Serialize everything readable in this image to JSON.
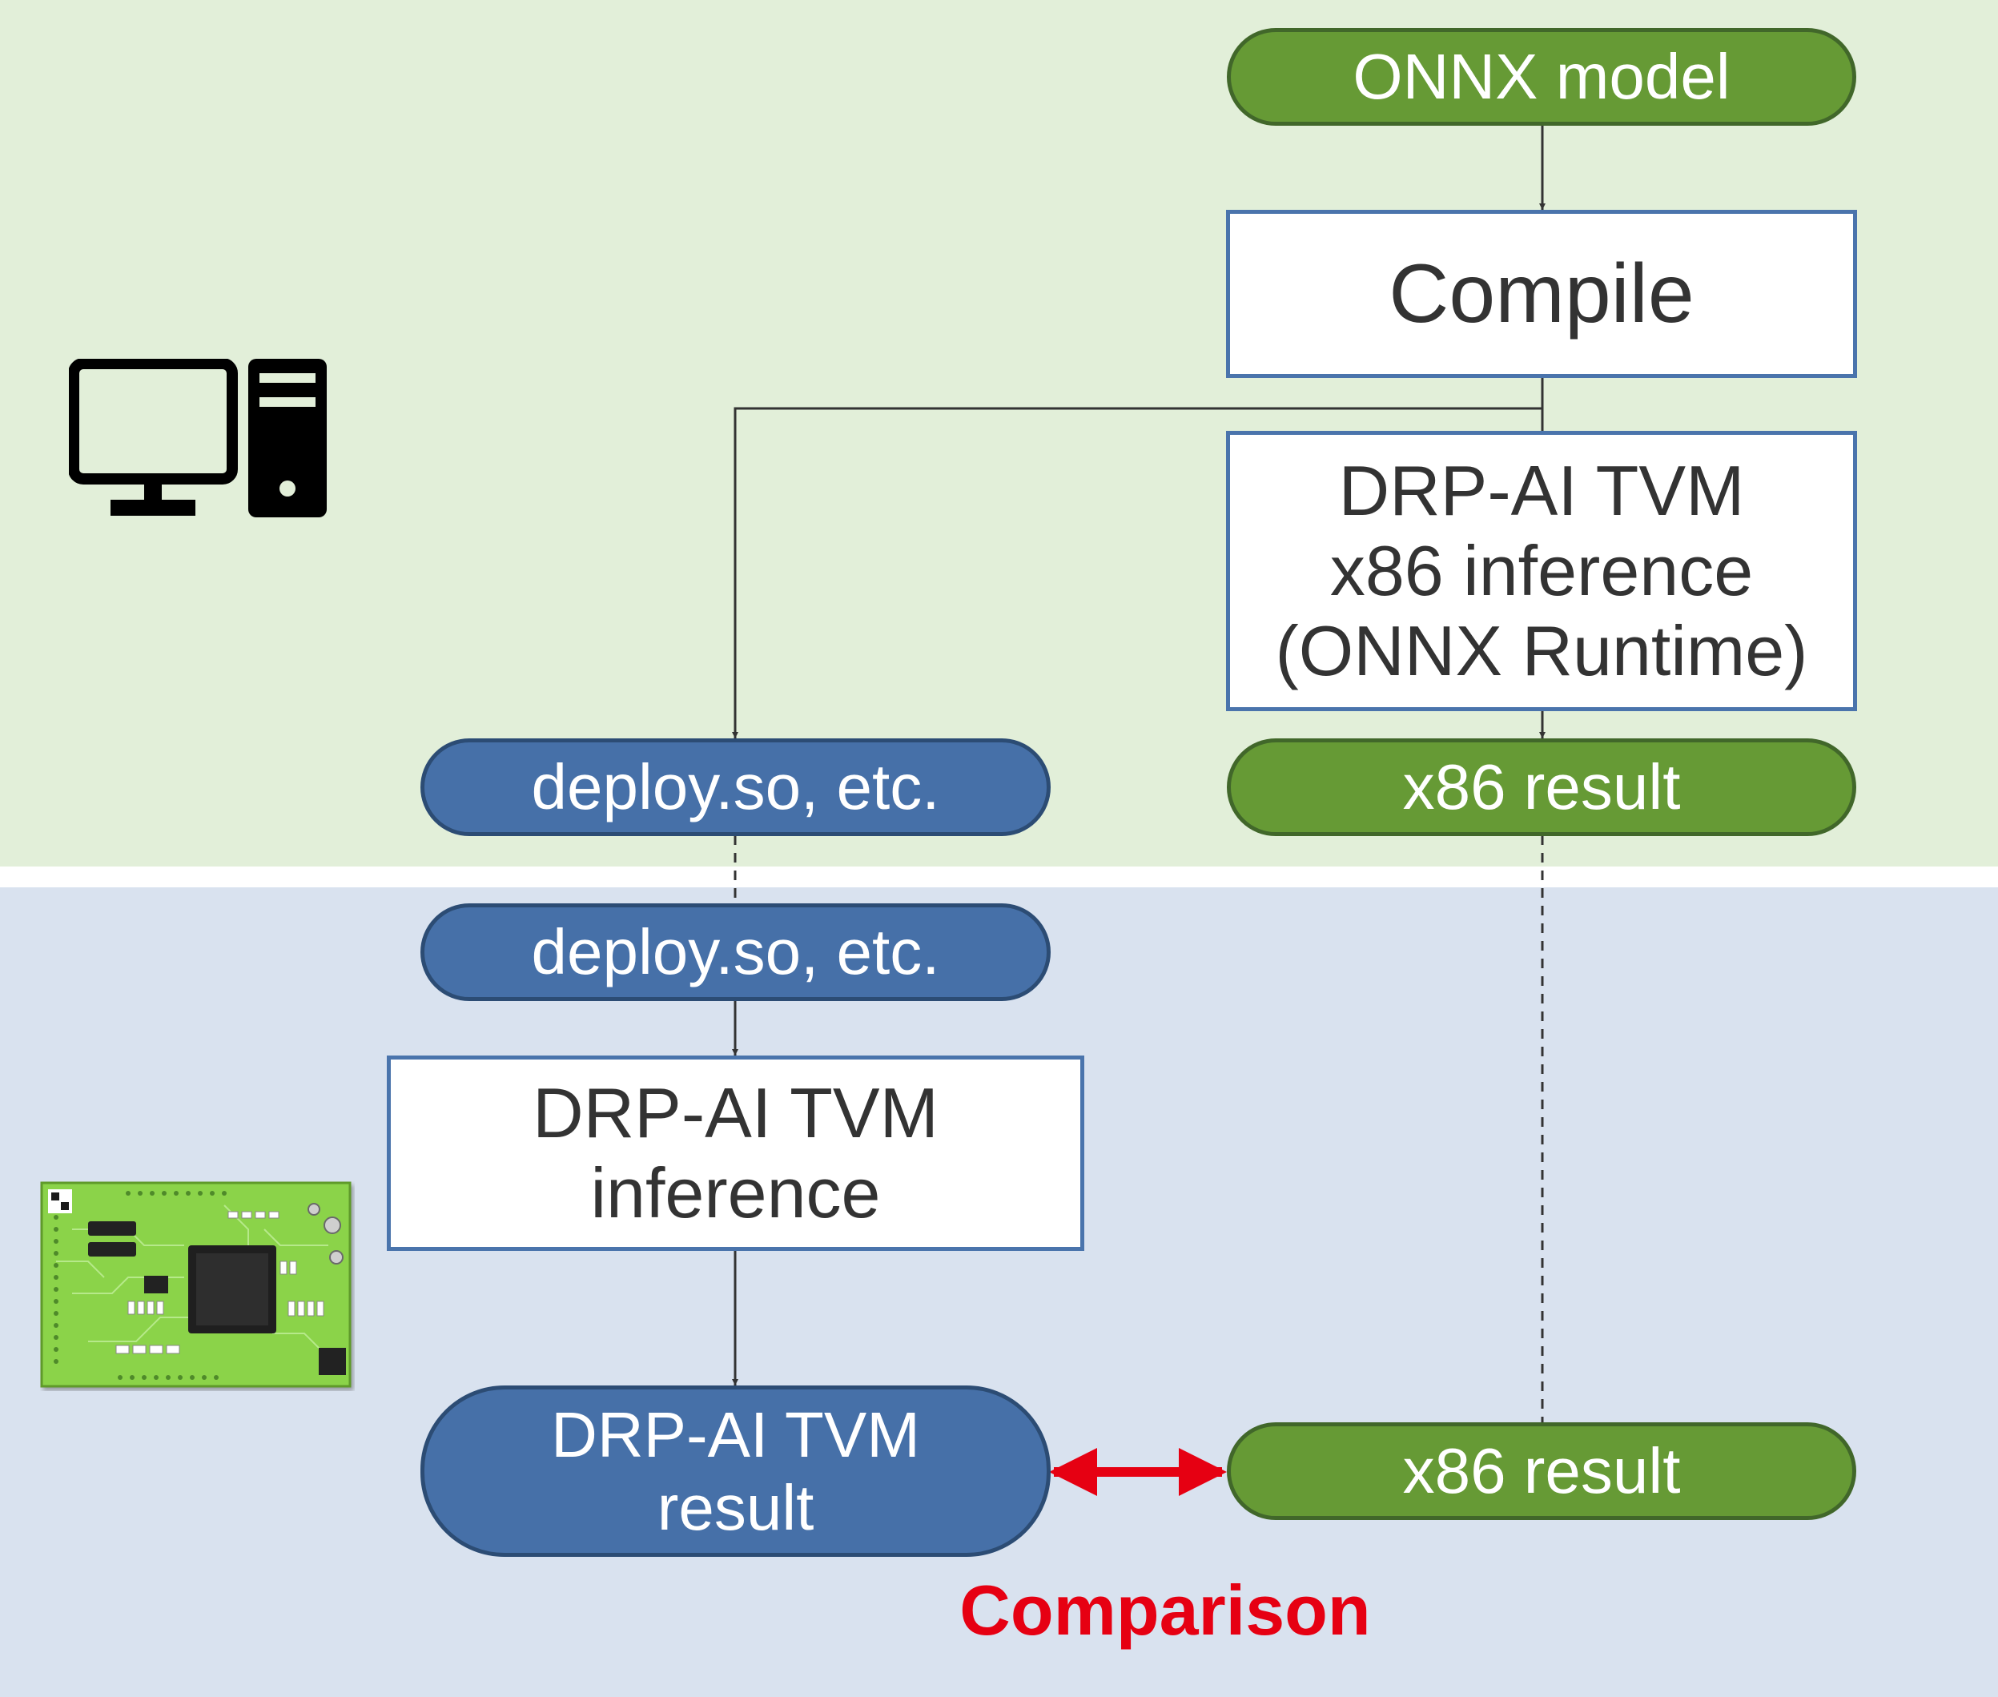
{
  "host": {
    "onnx_model": "ONNX model",
    "compile": "Compile",
    "x86_inference": [
      "DRP-AI TVM",
      "x86 inference",
      "(ONNX Runtime)"
    ],
    "deploy_files": "deploy.so, etc.",
    "x86_result": "x86 result",
    "icon": "desktop-computer-icon"
  },
  "board": {
    "deploy_files": "deploy.so, etc.",
    "inference": [
      "DRP-AI TVM",
      "inference"
    ],
    "result": [
      "DRP-AI TVM",
      "result"
    ],
    "x86_result": "x86 result",
    "icon": "circuit-board-icon"
  },
  "comparison_label": "Comparison",
  "colors": {
    "host_background": "#e2efd9",
    "board_background": "#d9e2ef",
    "green_node": "#669a35",
    "blue_node": "#4670a8",
    "box_border": "#4a74ac",
    "comparison": "#e60012"
  }
}
